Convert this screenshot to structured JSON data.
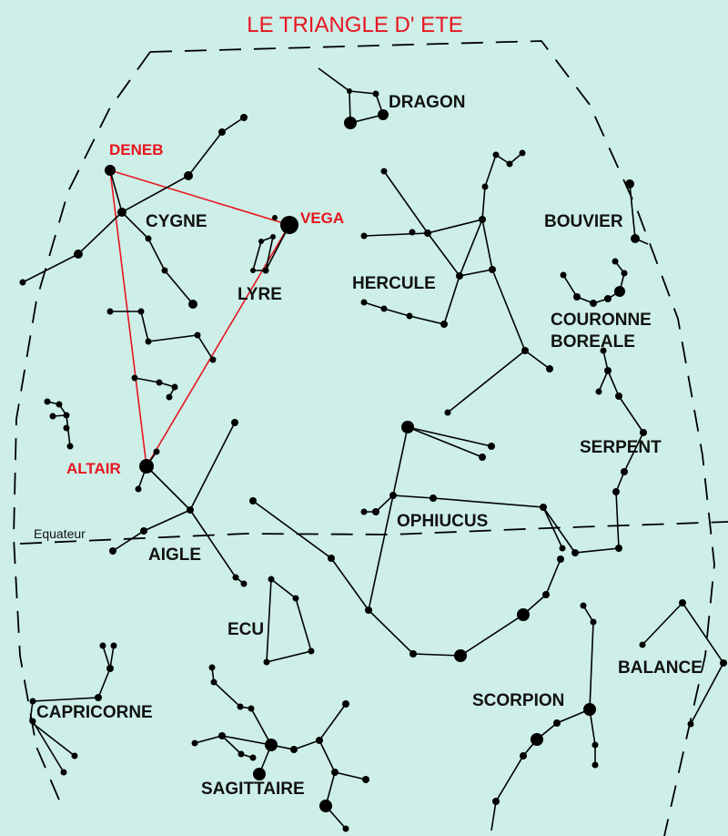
{
  "title": "LE TRIANGLE D' ETE",
  "colors": {
    "background": "#cdefe8",
    "highlight": "#e8141e",
    "ink": "#000000"
  },
  "triangle_stars": {
    "deneb": "DENEB",
    "vega": "VEGA",
    "altair": "ALTAIR"
  },
  "equator_label": "Equateur",
  "constellations": {
    "dragon": "DRAGON",
    "cygne": "CYGNE",
    "lyre": "LYRE",
    "hercule": "HERCULE",
    "bouvier": "BOUVIER",
    "couronne_boreale_line1": "COURONNE",
    "couronne_boreale_line2": "BOREALE",
    "serpent": "SERPENT",
    "ophiucus": "OPHIUCUS",
    "aigle": "AIGLE",
    "ecu": "ECU",
    "balance": "BALANCE",
    "scorpion": "SCORPION",
    "capricorne": "CAPRICORNE",
    "sagittaire": "SAGITTAIRE"
  }
}
